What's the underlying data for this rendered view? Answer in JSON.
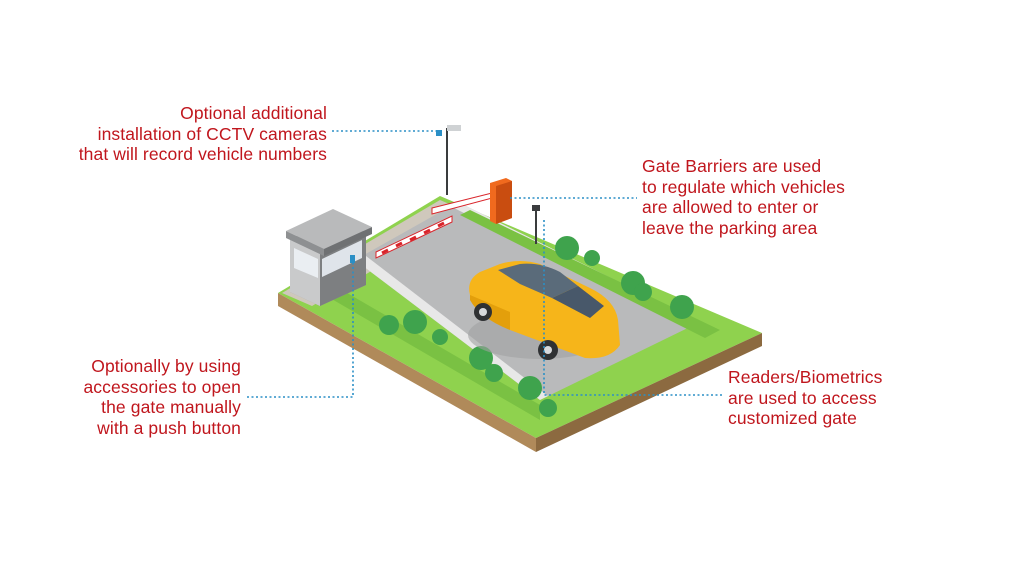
{
  "callouts": {
    "cctv": {
      "lines": [
        "Optional additional",
        "installation of CCTV cameras",
        "that will record vehicle numbers"
      ],
      "icon": "cctv-camera-icon"
    },
    "push_button": {
      "lines": [
        "Optionally by using",
        "accessories to open",
        "the gate manually",
        "with a push button"
      ],
      "icon": "push-button-icon"
    },
    "barrier": {
      "lines": [
        "Gate Barriers are used",
        "to regulate which vehicles",
        "are allowed to enter or",
        "leave the parking area"
      ],
      "icon": "gate-barrier-icon"
    },
    "readers": {
      "lines": [
        "Readers/Biometrics",
        "are used to access",
        "customized gate"
      ],
      "icon": "reader-icon"
    }
  },
  "colors": {
    "label_text": "#c0161d",
    "leader_line": "#2b8fc6",
    "grass": "#7ac143",
    "road": "#b9babb",
    "car": "#f6b51a",
    "barrier_stripe": "#d9252b",
    "booth": "#9a9c9e"
  }
}
